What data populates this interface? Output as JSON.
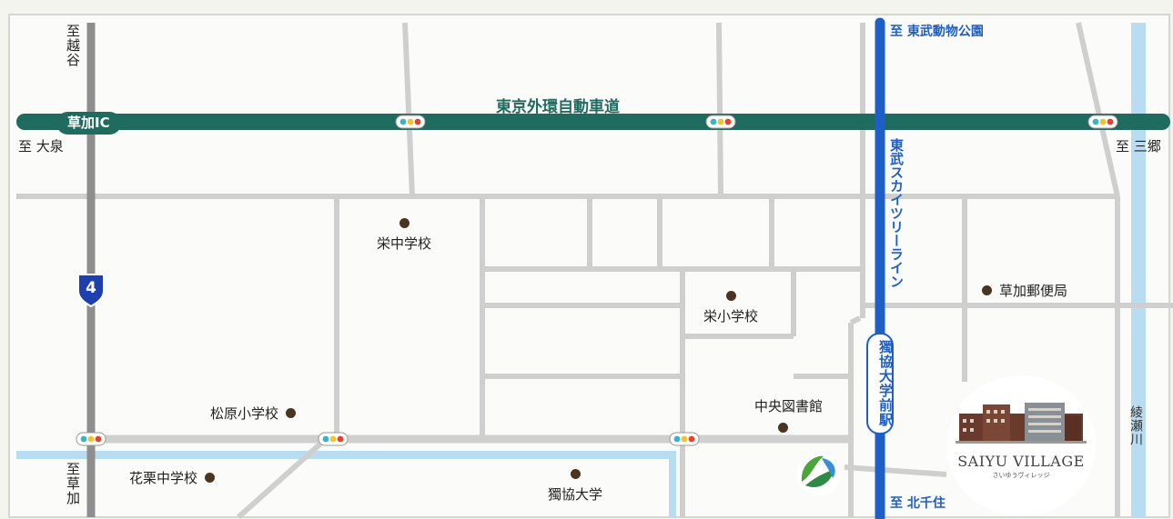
{
  "map": {
    "expressway_label": "東京外環自動車道",
    "interchange": "草加IC",
    "route_number": "4",
    "rail_line": "東武スカイツリーライン",
    "station": "獨協大学前駅",
    "river": "綾瀬川",
    "directions": {
      "koshigaya": "至越谷",
      "oizumi": "至 大泉",
      "tobu_zoo": "至 東武動物公園",
      "misato": "至 三郷",
      "soka": "至草加",
      "kitasenju": "至 北千住"
    },
    "pois": [
      {
        "id": "sakae-junior-high",
        "label": "栄中学校"
      },
      {
        "id": "sakae-elementary",
        "label": "栄小学校"
      },
      {
        "id": "soka-post-office",
        "label": "草加郵便局"
      },
      {
        "id": "matsubara-elementary",
        "label": "松原小学校"
      },
      {
        "id": "central-library",
        "label": "中央図書館"
      },
      {
        "id": "kakuri-junior-high",
        "label": "花栗中学校"
      },
      {
        "id": "dokkyo-university",
        "label": "獨協大学"
      }
    ],
    "brand": {
      "name": "SAIYU VILLAGE",
      "kana": "さいゆうヴィレッジ"
    },
    "colors": {
      "background": "#f4f4ee",
      "road": "#cfcfcf",
      "main_road": "#8e8e8e",
      "expressway": "#1f6b5f",
      "rail": "#1d5fc4",
      "river": "#b8ddf2",
      "poi": "#4a3522"
    }
  }
}
